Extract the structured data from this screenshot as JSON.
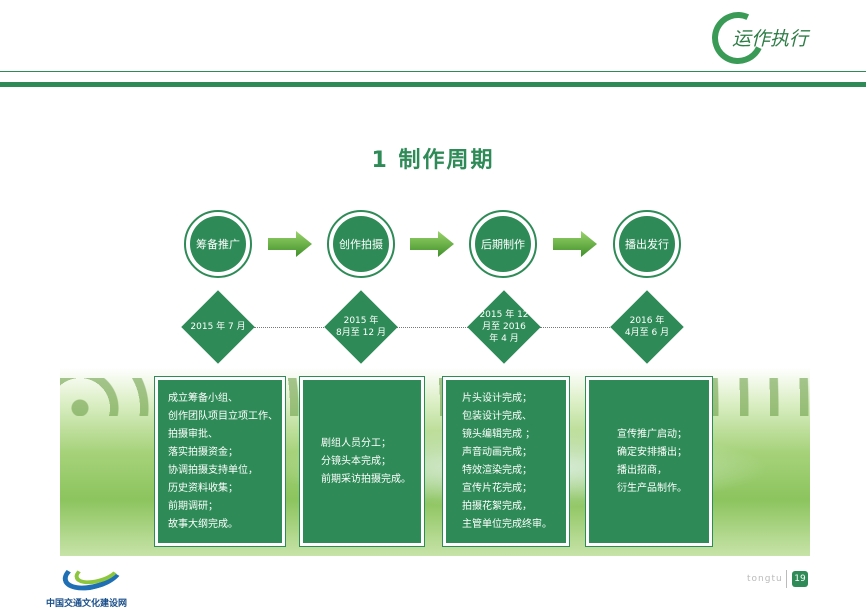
{
  "header": {
    "logo_text": "运作执行"
  },
  "title": "1 制作周期",
  "stages": [
    {
      "label": "筹备推广",
      "date_lines": [
        "2015 年 7 月"
      ],
      "tasks": [
        "成立筹备小组、",
        "创作团队项目立项工作、",
        "拍摄审批、",
        "落实拍摄资金；",
        "协调拍摄支持单位，",
        "历史资料收集；",
        "前期调研；",
        "故事大纲完成。"
      ]
    },
    {
      "label": "创作拍摄",
      "date_lines": [
        "2015 年",
        "8月至 12 月"
      ],
      "tasks": [
        "剧组人员分工；",
        "分镜头本完成；",
        "前期采访拍摄完成。"
      ]
    },
    {
      "label": "后期制作",
      "date_lines": [
        "2015 年 12",
        "月至 2016",
        "年 4 月"
      ],
      "tasks": [
        "片头设计完成；",
        "包装设计完成、",
        "镜头编辑完成 ；",
        "声音动画完成；",
        "特效渲染完成；",
        "宣传片花完成；",
        "拍摄花絮完成，",
        "主管单位完成终审。"
      ]
    },
    {
      "label": "播出发行",
      "date_lines": [
        "2016 年",
        "4月至 6 月"
      ],
      "tasks": [
        "宣传推广启动；",
        "确定安排播出；",
        "播出招商，",
        "衍生产品制作。"
      ]
    }
  ],
  "footer": {
    "org_name": "中国交通文化建设网",
    "brand": "tongtu",
    "page_number": "19"
  },
  "colors": {
    "primary": "#2e8b57",
    "arrow": "#5aa83a"
  }
}
